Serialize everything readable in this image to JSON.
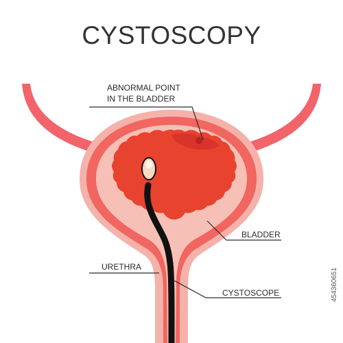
{
  "title": "CYSTOSCOPY",
  "labels": {
    "abnormal_point_line1": "ABNORMAL POINT",
    "abnormal_point_line2": "IN THE BLADDER",
    "bladder": "BLADDER",
    "urethra": "URETHRA",
    "cystoscope": "CYSTOSCOPE"
  },
  "stock_id": "454360651",
  "colors": {
    "title": "#333333",
    "label": "#2a2a2a",
    "ureter": "#f2636a",
    "bladder_outer": "#f5b2aa",
    "bladder_wall": "#f16660",
    "bladder_lining": "#f7c0b6",
    "bladder_inner": "#e8432f",
    "lesion": "#d9342b",
    "cystoscope": "#111111",
    "cystoscope_tip": "#f6d9c2"
  }
}
